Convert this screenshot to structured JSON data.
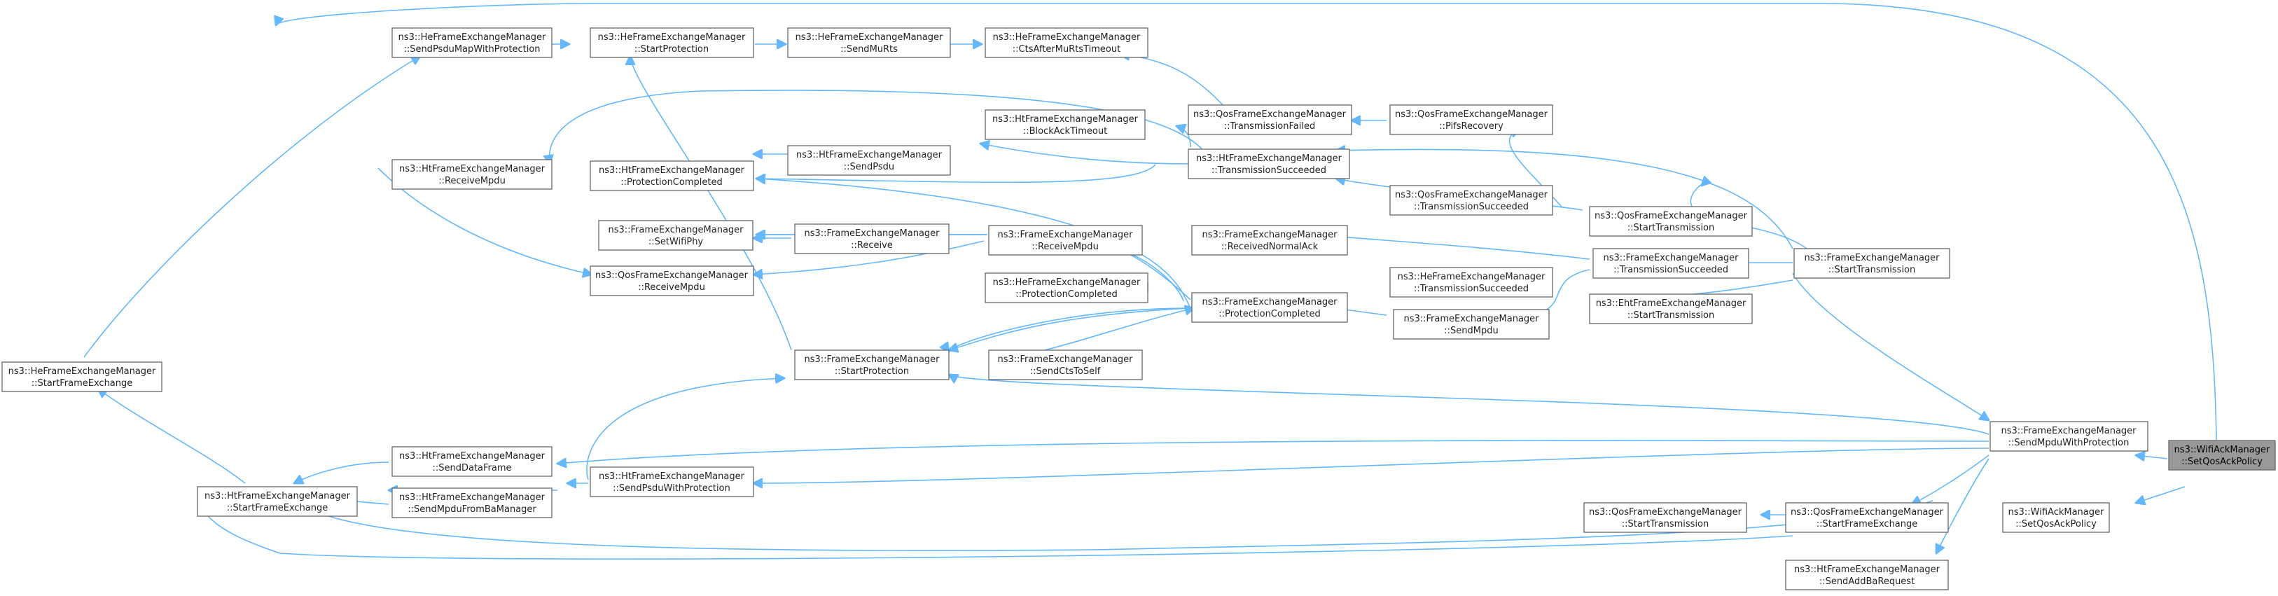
{
  "nodes": {
    "he_sendpsdumap": [
      "ns3::HeFrameExchangeManager",
      "::SendPsduMapWithProtection"
    ],
    "he_startprot": [
      "ns3::HeFrameExchangeManager",
      "::StartProtection"
    ],
    "he_sendmurts": [
      "ns3::HeFrameExchangeManager",
      "::SendMuRts"
    ],
    "he_ctsafter": [
      "ns3::HeFrameExchangeManager",
      "::CtsAfterMuRtsTimeout"
    ],
    "qos_txfailed": [
      "ns3::QosFrameExchangeManager",
      "::TransmissionFailed"
    ],
    "qos_pifs": [
      "ns3::QosFrameExchangeManager",
      "::PifsRecovery"
    ],
    "ht_blockack": [
      "ns3::HtFrameExchangeManager",
      "::BlockAckTimeout"
    ],
    "ht_sendpsdu": [
      "ns3::HtFrameExchangeManager",
      "::SendPsdu"
    ],
    "ht_txsucc": [
      "ns3::HtFrameExchangeManager",
      "::TransmissionSucceeded"
    ],
    "ht_recvmpdu": [
      "ns3::HtFrameExchangeManager",
      "::ReceiveMpdu"
    ],
    "ht_protcomp": [
      "ns3::HtFrameExchangeManager",
      "::ProtectionCompleted"
    ],
    "qos_txsucc": [
      "ns3::QosFrameExchangeManager",
      "::TransmissionSucceeded"
    ],
    "qos_starttx": [
      "ns3::QosFrameExchangeManager",
      "::StartTransmission"
    ],
    "fem_setwifiphy": [
      "ns3::FrameExchangeManager",
      "::SetWifiPhy"
    ],
    "fem_receive": [
      "ns3::FrameExchangeManager",
      "::Receive"
    ],
    "fem_recvmpdu": [
      "ns3::FrameExchangeManager",
      "::ReceiveMpdu"
    ],
    "fem_recvnormalack": [
      "ns3::FrameExchangeManager",
      "::ReceivedNormalAck"
    ],
    "fem_txsucc": [
      "ns3::FrameExchangeManager",
      "::TransmissionSucceeded"
    ],
    "fem_starttx": [
      "ns3::FrameExchangeManager",
      "::StartTransmission"
    ],
    "qos_recvmpdu": [
      "ns3::QosFrameExchangeManager",
      "::ReceiveMpdu"
    ],
    "he_txsucc": [
      "ns3::HeFrameExchangeManager",
      "::TransmissionSucceeded"
    ],
    "he_protcomp": [
      "ns3::HeFrameExchangeManager",
      "::ProtectionCompleted"
    ],
    "fem_protcomp": [
      "ns3::FrameExchangeManager",
      "::ProtectionCompleted"
    ],
    "eht_starttx": [
      "ns3::EhtFrameExchangeManager",
      "::StartTransmission"
    ],
    "fem_sendmpdu": [
      "ns3::FrameExchangeManager",
      "::SendMpdu"
    ],
    "fem_startprot": [
      "ns3::FrameExchangeManager",
      "::StartProtection"
    ],
    "fem_sendcts": [
      "ns3::FrameExchangeManager",
      "::SendCtsToSelf"
    ],
    "he_startfe": [
      "ns3::HeFrameExchangeManager",
      "::StartFrameExchange"
    ],
    "fem_sendmpduprot": [
      "ns3::FrameExchangeManager",
      "::SendMpduWithProtection"
    ],
    "wifi_setqos_hl": [
      "ns3::WifiAckManager",
      "::SetQosAckPolicy"
    ],
    "ht_senddata": [
      "ns3::HtFrameExchangeManager",
      "::SendDataFrame"
    ],
    "ht_sendpsduprot": [
      "ns3::HtFrameExchangeManager",
      "::SendPsduWithProtection"
    ],
    "ht_startfe": [
      "ns3::HtFrameExchangeManager",
      "::StartFrameExchange"
    ],
    "ht_sendmpdufromba": [
      "ns3::HtFrameExchangeManager",
      "::SendMpduFromBaManager"
    ],
    "qos_starttx2": [
      "ns3::QosFrameExchangeManager",
      "::StartTransmission"
    ],
    "qos_startfe": [
      "ns3::QosFrameExchangeManager",
      "::StartFrameExchange"
    ],
    "wifi_setqos2": [
      "ns3::WifiAckManager",
      "::SetQosAckPolicy"
    ],
    "ht_sendaddba": [
      "ns3::HtFrameExchangeManager",
      "::SendAddBaRequest"
    ]
  },
  "colors": {
    "edge": "#63b8ff",
    "highlight_fill": "#999999",
    "node_border": "#666666"
  }
}
